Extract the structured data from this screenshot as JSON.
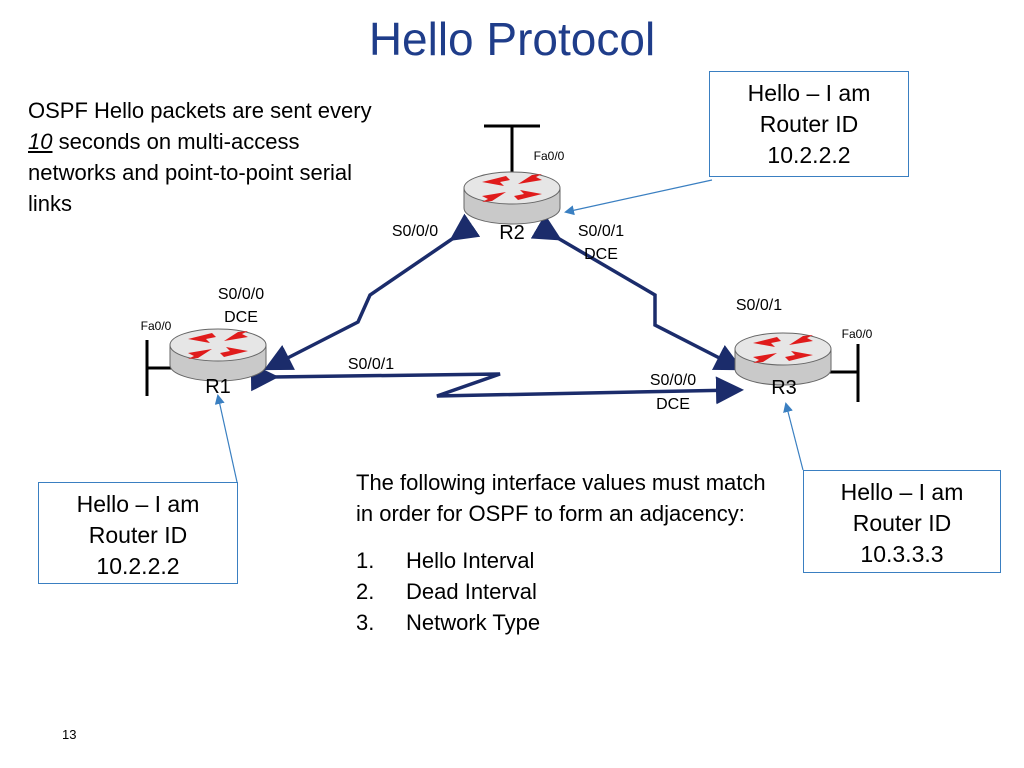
{
  "slide": {
    "title": "Hello Protocol",
    "number": "13"
  },
  "intro": {
    "text_before": "OSPF Hello packets are sent every ",
    "interval": "10",
    "text_after": " seconds on multi-access networks and point-to-point serial links"
  },
  "routers": {
    "r1": {
      "name": "R1"
    },
    "r2": {
      "name": "R2"
    },
    "r3": {
      "name": "R3"
    }
  },
  "interfaces": {
    "r2_fa": "Fa0/0",
    "r2_s000": "S0/0/0",
    "r2_s001": "S0/0/1",
    "r2_s001_dce": "DCE",
    "r1_fa": "Fa0/0",
    "r1_s000": "S0/0/0",
    "r1_s000_dce": "DCE",
    "r1_s001": "S0/0/1",
    "r3_fa": "Fa0/0",
    "r3_s001": "S0/0/1",
    "r3_s000": "S0/0/0",
    "r3_s000_dce": "DCE"
  },
  "callouts": {
    "r2": {
      "line1": "Hello – I am",
      "line2": "Router ID",
      "line3": "10.2.2.2"
    },
    "r1": {
      "line1": "Hello – I am",
      "line2": "Router ID",
      "line3": "10.2.2.2"
    },
    "r3": {
      "line1": "Hello – I am",
      "line2": "Router ID",
      "line3": "10.3.3.3"
    }
  },
  "match": {
    "heading": "The following interface values must match in order for OSPF to form an adjacency:",
    "items": [
      {
        "num": "1.",
        "label": "Hello Interval"
      },
      {
        "num": "2.",
        "label": "Dead Interval"
      },
      {
        "num": "3.",
        "label": "Network Type"
      }
    ]
  },
  "colors": {
    "title": "#1f3d8a",
    "link": "#1b2c6b",
    "callout_border": "#3a7fc1",
    "router_arrow": "#e01b1b"
  }
}
